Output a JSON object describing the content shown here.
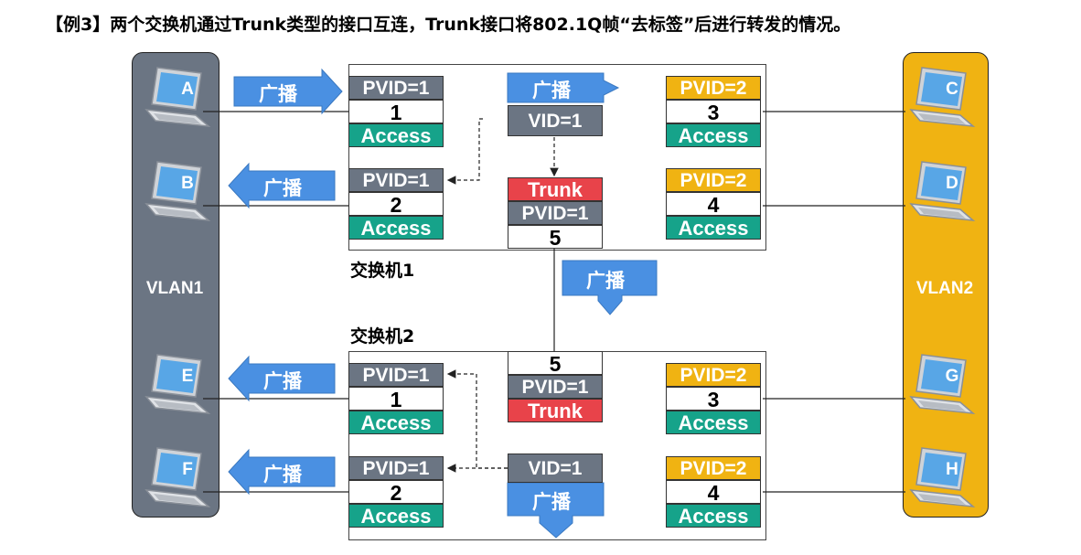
{
  "title": "【例3】两个交换机通过Trunk类型的接口互连，Trunk接口将802.1Q帧“去标签”后进行转发的情况。",
  "vlans": {
    "left": {
      "label": "VLAN1",
      "color": "#6b7583"
    },
    "right": {
      "label": "VLAN2",
      "color": "#f0b312"
    }
  },
  "hosts": {
    "A": "A",
    "B": "B",
    "C": "C",
    "D": "D",
    "E": "E",
    "F": "F",
    "G": "G",
    "H": "H"
  },
  "switch1": {
    "label": "交换机1",
    "port1": {
      "pvid": "PVID=1",
      "num": "1",
      "type": "Access"
    },
    "port2": {
      "pvid": "PVID=1",
      "num": "2",
      "type": "Access"
    },
    "port3": {
      "pvid": "PVID=2",
      "num": "3",
      "type": "Access"
    },
    "port4": {
      "pvid": "PVID=2",
      "num": "4",
      "type": "Access"
    },
    "port5": {
      "type": "Trunk",
      "pvid": "PVID=1",
      "num": "5"
    },
    "vid": "VID=1"
  },
  "switch2": {
    "label": "交换机2",
    "port1": {
      "pvid": "PVID=1",
      "num": "1",
      "type": "Access"
    },
    "port2": {
      "pvid": "PVID=1",
      "num": "2",
      "type": "Access"
    },
    "port3": {
      "pvid": "PVID=2",
      "num": "3",
      "type": "Access"
    },
    "port4": {
      "pvid": "PVID=2",
      "num": "4",
      "type": "Access"
    },
    "port5": {
      "num": "5",
      "pvid": "PVID=1",
      "type": "Trunk"
    },
    "vid": "VID=1"
  },
  "broadcast_label": "广播",
  "colors": {
    "broadcast": "#4a90e2",
    "pvid1": "#6b7583",
    "pvid2": "#f0b312",
    "access": "#16a38a",
    "trunk": "#e8434a"
  }
}
